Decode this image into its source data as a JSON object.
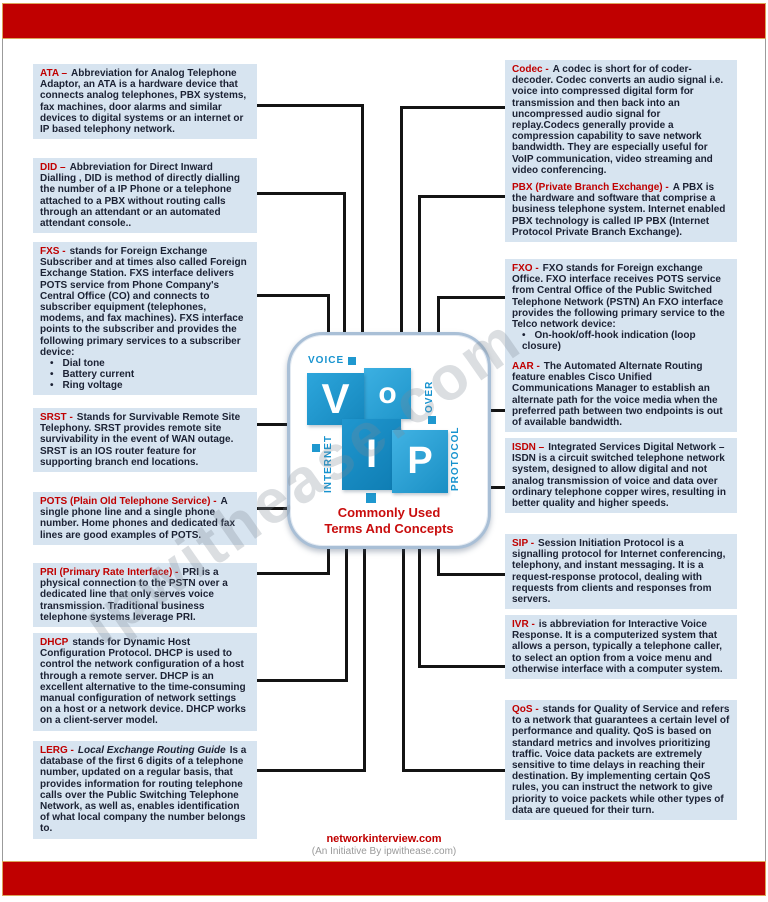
{
  "watermark": "ipwithease.com",
  "logo": {
    "voice": "VOICE",
    "over": "OVER",
    "internet": "INTERNET",
    "protocol": "PROTOCOL",
    "letter_v": "V",
    "letter_o": "o",
    "letter_i": "I",
    "letter_p": "P",
    "caption_line1": "Commonly Used",
    "caption_line2": "Terms And Concepts"
  },
  "left_terms": [
    {
      "term": "ATA –",
      "body": "Abbreviation for Analog Telephone Adaptor, an ATA is a hardware device that connects analog telephones, PBX systems, fax machines, door alarms and similar devices to digital systems or an internet or IP based telephony network."
    },
    {
      "term": "DID –",
      "body": "Abbreviation for Direct Inward Dialling , DID is method of directly dialling the number of a IP Phone or a telephone attached to a PBX without routing calls through an attendant or an automated attendant console.."
    },
    {
      "term": "FXS -",
      "body": "stands for Foreign Exchange Subscriber and at times also called Foreign Exchange Station. FXS interface delivers POTS service from Phone Company's Central Office (CO) and connects to subscriber equipment (telephones, modems, and fax machines). FXS interface points to the subscriber and provides the following primary services to a subscriber device:",
      "bullets": [
        "Dial tone",
        "Battery current",
        "Ring voltage"
      ]
    },
    {
      "term": "SRST -",
      "body": "Stands for Survivable Remote Site Telephony. SRST provides remote site survivability in the event of WAN outage. SRST is an IOS router feature for supporting branch end locations."
    },
    {
      "term": "POTS (Plain Old Telephone Service) -",
      "body": "A single phone line and a single phone number. Home phones and dedicated fax lines are good examples of POTS."
    },
    {
      "term": "PRI (Primary Rate Interface) -",
      "body": "PRI is a physical connection to the PSTN over a dedicated line that only serves voice transmission. Traditional business telephone systems leverage PRI."
    },
    {
      "term": "DHCP",
      "body": "stands for Dynamic Host Configuration Protocol. DHCP is used to control the network configuration of a host through a remote server. DHCP is an excellent alternative to the time-consuming manual configuration of network settings on a host or a network device. DHCP works on a client-server model."
    },
    {
      "term": "LERG -",
      "italic": "Local Exchange Routing Guide",
      "body": "Is a database of the first 6 digits of a telephone number, updated on a regular basis, that provides information for routing telephone calls over the Public Switching Telephone Network, as well as, enables identification of what local company the number belongs to."
    }
  ],
  "right_terms": [
    {
      "term": "Codec -",
      "body": "A codec is short for of coder-decoder. Codec converts an audio signal i.e. voice into compressed digital form for transmission and then back into an uncompressed audio signal for replay.Codecs generally provide a compression capability to save network bandwidth.  They are especially useful for VoIP communication, video streaming and video conferencing."
    },
    {
      "term": "PBX (Private Branch Exchange) -",
      "body": "A PBX is the hardware and software that comprise a business telephone system. Internet enabled PBX technology is called IP PBX (Internet Protocol Private Branch Exchange)."
    },
    {
      "term": "FXO -",
      "body": "FXO stands for Foreign exchange Office. FXO interface receives POTS service from Central Office of the Public Switched Telephone Network (PSTN) An FXO interface provides the following primary service to the Telco network device:",
      "bullets": [
        "On-hook/off-hook indication (loop closure)"
      ]
    },
    {
      "term": "AAR -",
      "body": "The Automated Alternate Routing feature enables Cisco Unified Communications Manager to establish an alternate path for the voice media when the preferred path between two endpoints is out of available bandwidth."
    },
    {
      "term": "ISDN –",
      "body": "Integrated Services Digital Network – ISDN is a circuit switched telephone network system, designed to allow digital and not analog transmission of voice and data over ordinary telephone copper wires, resulting in better quality and higher speeds."
    },
    {
      "term": "SIP -",
      "body": "Session Initiation Protocol is a signalling protocol for Internet conferencing, telephony, and instant messaging. It is a request-response protocol, dealing with requests from clients and responses from servers."
    },
    {
      "term": "IVR -",
      "body": "is abbreviation for Interactive Voice Response. It is a computerized system that allows a person, typically a telephone caller, to select an option from a voice menu and otherwise interface with a computer system."
    },
    {
      "term": "QoS -",
      "body": "stands for Quality of Service and refers to a network that guarantees a certain level of  performance and quality. QoS is based on standard metrics and involves prioritizing traffic. Voice data packets are extremely sensitive to time delays in reaching their destination. By implementing certain QoS rules, you can instruct the network to give priority to voice packets while other types of data are queued for their turn."
    }
  ],
  "footer": {
    "site": "networkinterview.com",
    "tagline": "(An Initiative By ipwithease.com)"
  },
  "colors": {
    "bar_red": "#C00000",
    "term_red": "#C00000",
    "box_bg": "#D7E4F0",
    "body_text": "#1B2133",
    "tile_blue": "#1E94C9",
    "connector": "#141414"
  }
}
